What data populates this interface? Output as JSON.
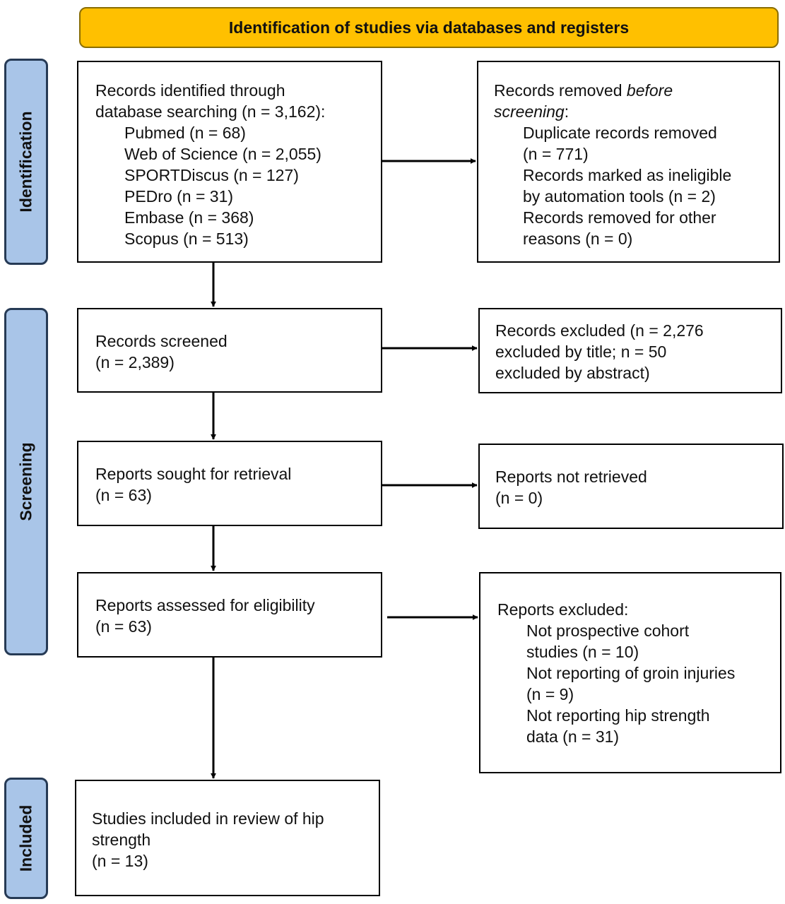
{
  "header": {
    "title": "Identification of studies via databases and registers"
  },
  "phases": {
    "identification": "Identification",
    "screening": "Screening",
    "included": "Included"
  },
  "boxes": {
    "records_identified": {
      "lines": [
        "Records identified through",
        "database searching (n = 3,162):"
      ],
      "items": [
        "Pubmed (n = 68)",
        "Web of Science (n = 2,055)",
        "SPORTDiscus (n = 127)",
        "PEDro (n = 31)",
        "Embase (n = 368)",
        "Scopus (n = 513)"
      ]
    },
    "records_removed": {
      "title_prefix": "Records removed ",
      "title_emph": "before",
      "title_line2": "screening",
      "title_colon": ":",
      "items": [
        "Duplicate records removed",
        "(n = 771)",
        "Records marked as ineligible",
        "by automation tools (n = 2)",
        "Records removed for other",
        "reasons (n = 0)"
      ]
    },
    "records_screened": {
      "lines": [
        "Records screened",
        "(n = 2,389)"
      ]
    },
    "records_excluded": {
      "lines": [
        "Records excluded (n = 2,276",
        "excluded by title; n = 50",
        "excluded by abstract)"
      ]
    },
    "reports_sought": {
      "lines": [
        "Reports sought for retrieval",
        "(n = 63)"
      ]
    },
    "reports_not_retrieved": {
      "lines": [
        "Reports not retrieved",
        "(n = 0)"
      ]
    },
    "reports_assessed": {
      "lines": [
        "Reports assessed for eligibility",
        "(n = 63)"
      ]
    },
    "reports_excluded": {
      "title": "Reports excluded:",
      "items": [
        "Not prospective cohort",
        "studies (n = 10)",
        "Not reporting of groin injuries",
        "(n = 9)",
        "Not reporting hip strength",
        "data (n = 31)"
      ]
    },
    "studies_included": {
      "lines": [
        "Studies included in review of hip",
        "strength",
        "(n = 13)"
      ]
    }
  },
  "colors": {
    "header_fill": "#ffc000",
    "phase_fill": "#a9c5e8",
    "phase_border": "#263a55"
  }
}
